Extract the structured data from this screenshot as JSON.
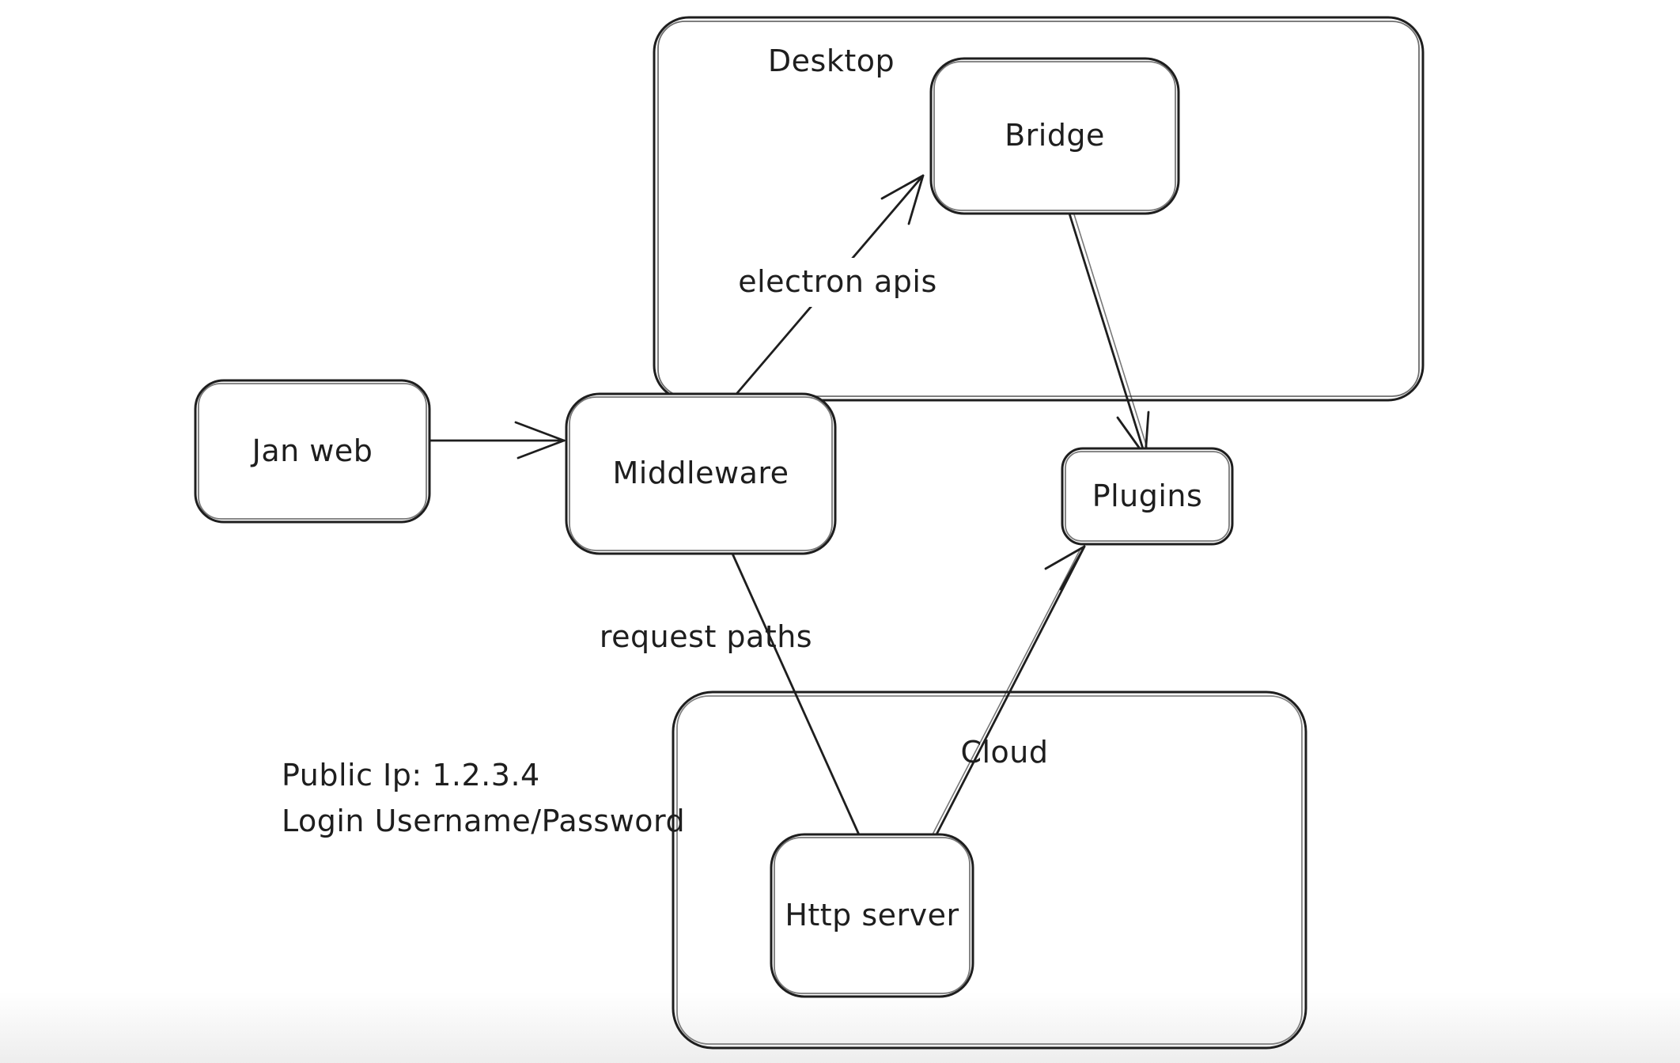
{
  "diagram": {
    "background": "#ffffff",
    "stroke_color": "#1e1e1e",
    "containers": {
      "desktop": {
        "label": "Desktop"
      },
      "cloud": {
        "label": "Cloud"
      }
    },
    "nodes": {
      "jan_web": {
        "label": "Jan web"
      },
      "middleware": {
        "label": "Middleware"
      },
      "bridge": {
        "label": "Bridge"
      },
      "plugins": {
        "label": "Plugins"
      },
      "http_server": {
        "label": "Http server"
      }
    },
    "edge_labels": {
      "electron_apis": "electron apis",
      "request_paths": "request paths"
    },
    "edges": [
      {
        "from": "Jan web",
        "to": "Middleware",
        "label": "",
        "arrowhead": "end"
      },
      {
        "from": "Middleware",
        "to": "Bridge",
        "label": "electron apis",
        "arrowhead": "end"
      },
      {
        "from": "Bridge",
        "to": "Plugins",
        "label": "",
        "arrowhead": "end"
      },
      {
        "from": "Middleware",
        "to": "Http server",
        "label": "request paths",
        "arrowhead": "none"
      },
      {
        "from": "Http server",
        "to": "Plugins",
        "label": "",
        "arrowhead": "end"
      }
    ],
    "annotations": {
      "public_ip": "Public Ip: 1.2.3.4",
      "login": "Login Username/Password"
    }
  }
}
